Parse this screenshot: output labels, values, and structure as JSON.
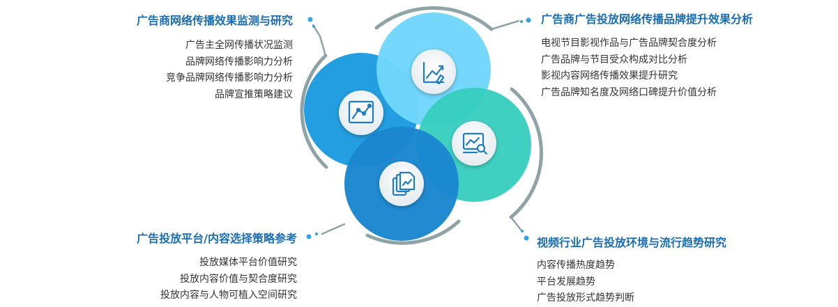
{
  "blocks": {
    "top_left": {
      "title": "广告商网络传播效果监测与研究",
      "items": [
        "广告主全网传播状况监测",
        "品牌网络传播影响力分析",
        "竞争品牌网络传播影响力分析",
        "品牌宣推策略建议"
      ]
    },
    "top_right": {
      "title": "广告商广告投放网络传播品牌提升效果分析",
      "items": [
        "电视节目影视作品与广告品牌契合度分析",
        "广告品牌与节目受众构成对比分析",
        "影视内容网络传播效果提升研究",
        "广告品牌知名度及网络口碑提升价值分析"
      ]
    },
    "bottom_left": {
      "title": "广告投放平台/内容选择策略参考",
      "items": [
        "投放媒体平台价值研究",
        "投放内容价值与契合度研究",
        "投放内容与人物可植入空间研究"
      ]
    },
    "bottom_right": {
      "title": "视频行业广告投放环境与流行趋势研究",
      "items": [
        "内容传播热度趋势",
        "平台发展趋势",
        "广告投放形式趋势判断"
      ]
    }
  },
  "circles": {
    "top_left": {
      "color": "#239ee0",
      "icon": "line-chart-icon"
    },
    "top": {
      "color": "#6fd6fb",
      "icon": "growth-chart-icon"
    },
    "right": {
      "color": "#36cdbf",
      "icon": "monitor-search-icon"
    },
    "bottom": {
      "color": "#1a86cf",
      "icon": "documents-chart-icon"
    }
  },
  "colors": {
    "title": "#1b6db3",
    "text": "#333333",
    "arc": "#8fa3a6",
    "dot": "#35a3e0"
  }
}
